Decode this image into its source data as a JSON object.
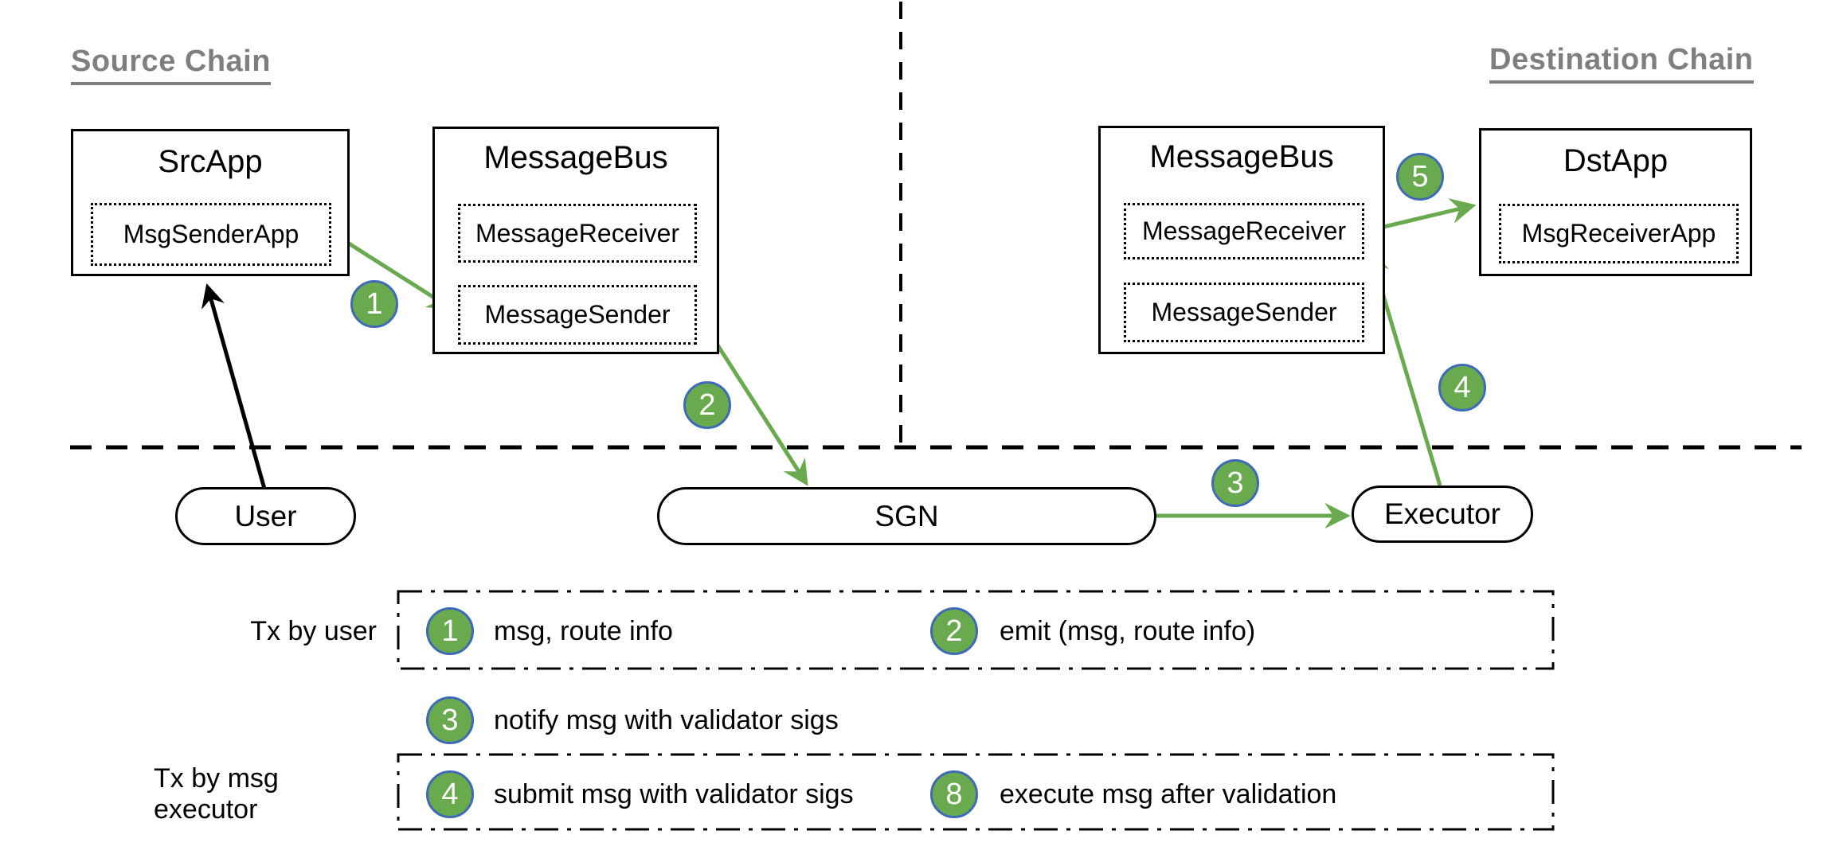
{
  "colors": {
    "green": "#6aaa4f",
    "badge_border": "#3f6ab5",
    "heading_gray": "#7f7f7f",
    "line_black": "#000000"
  },
  "headings": {
    "source": "Source Chain",
    "destination": "Destination Chain"
  },
  "source_chain": {
    "src_app": {
      "title": "SrcApp",
      "module": "MsgSenderApp"
    },
    "message_bus": {
      "title": "MessageBus",
      "receiver": "MessageReceiver",
      "sender": "MessageSender"
    }
  },
  "destination_chain": {
    "message_bus": {
      "title": "MessageBus",
      "receiver": "MessageReceiver",
      "sender": "MessageSender"
    },
    "dst_app": {
      "title": "DstApp",
      "module": "MsgReceiverApp"
    }
  },
  "offchain": {
    "user": "User",
    "sgn": "SGN",
    "executor": "Executor"
  },
  "badges": {
    "b1": "1",
    "b2": "2",
    "b3": "3",
    "b4": "4",
    "b5": "5"
  },
  "legend": {
    "row1_label": "Tx by user",
    "row2_label": "Tx by msg executor",
    "item1": {
      "num": "1",
      "text": "msg, route info"
    },
    "item2": {
      "num": "2",
      "text": "emit (msg, route info)"
    },
    "item3": {
      "num": "3",
      "text": "notify msg with validator sigs"
    },
    "item4": {
      "num": "4",
      "text": "submit msg with validator sigs"
    },
    "item8": {
      "num": "8",
      "text": "execute msg after validation"
    }
  }
}
